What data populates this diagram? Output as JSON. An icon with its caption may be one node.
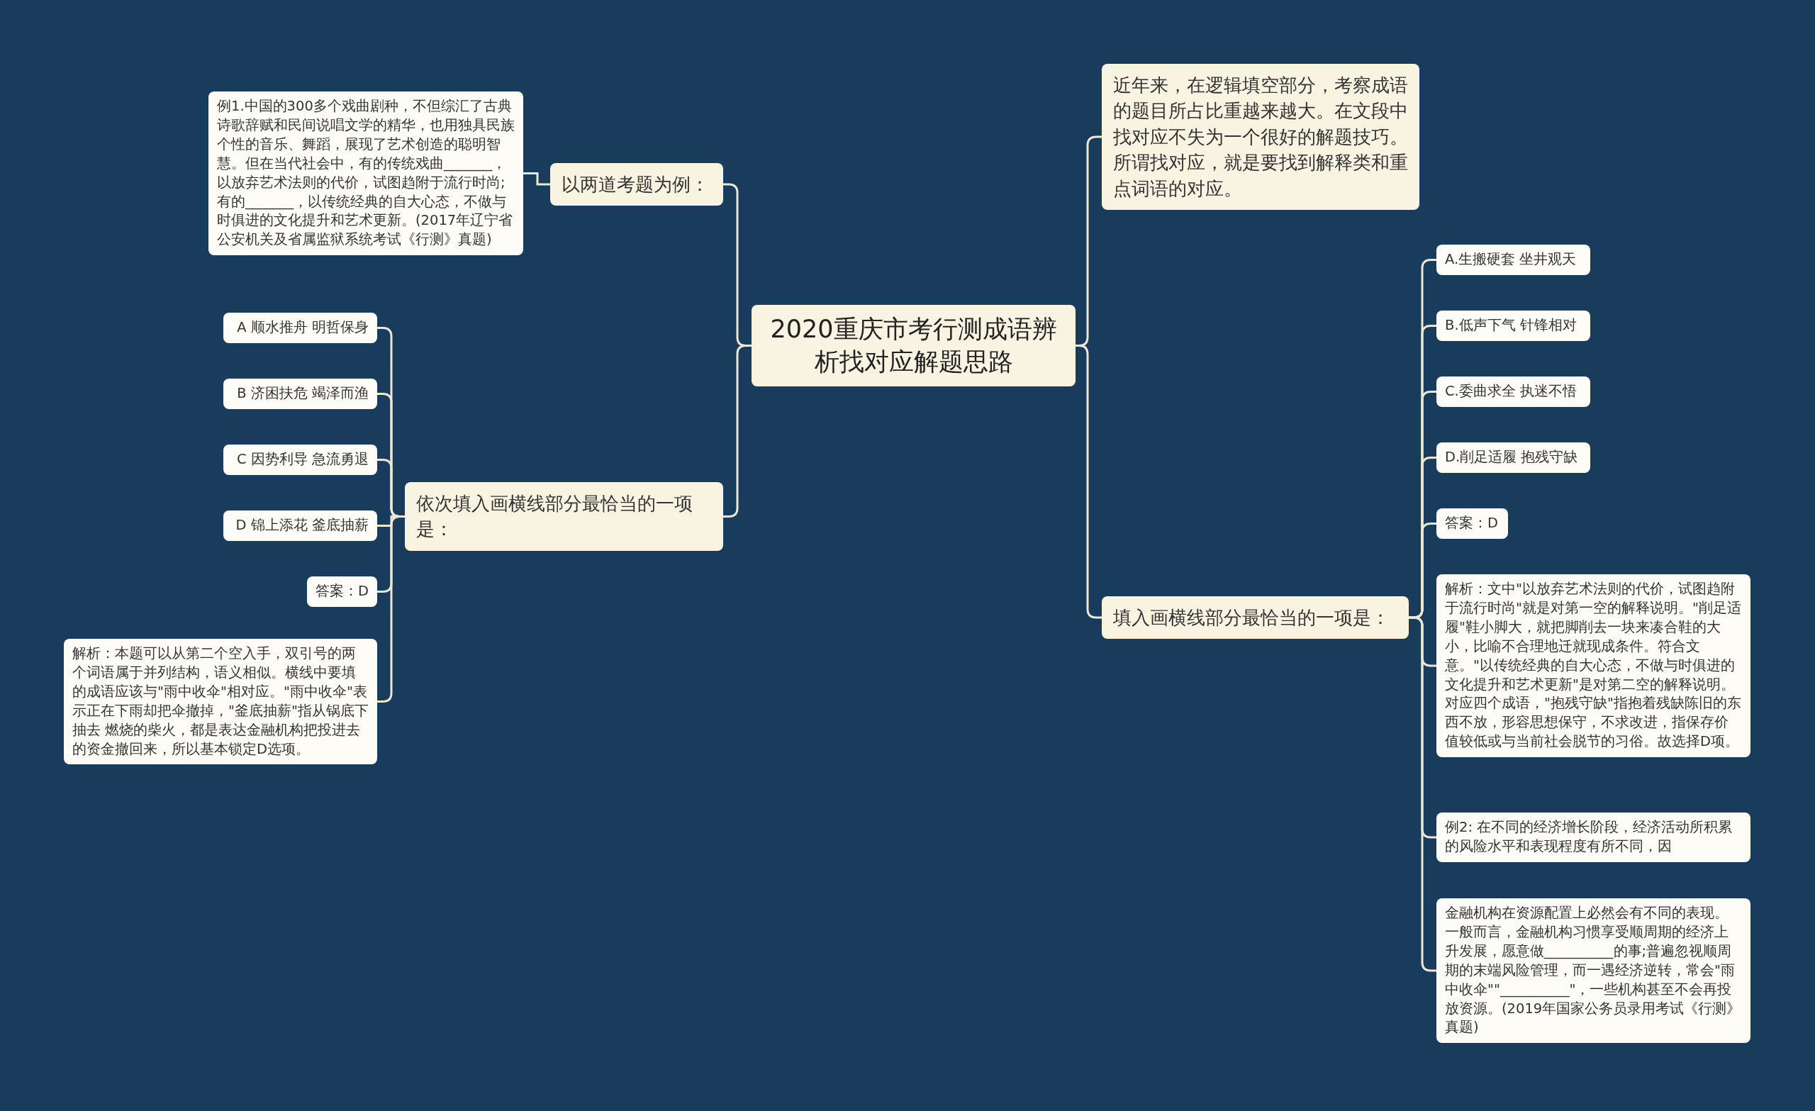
{
  "diagram": {
    "nodes": [
      {
        "text": [
          "2020重庆市考行测成语辨析找对应解题思路"
        ]
      },
      {
        "text": [
          "以两道考题为例："
        ]
      },
      {
        "text": [
          "例1.中国的300多个戏曲剧种，不但综汇了古典诗歌辞赋和民间说唱文学的精华，也用独具民族个性的音乐、舞蹈，展现了艺术创造的聪明智慧。但在当代社会中，有的传统戏曲_______，以放弃艺术法则的代价，试图趋附于流行时尚;有的_______，以传统经典的自大心态，不做与时俱进的文化提升和艺术更新。(2017年辽宁省公安机关及省属监狱系统考试《行测》真题)"
        ]
      },
      {
        "text": [
          "依次填入画横线部分最恰当的一项是："
        ]
      },
      {
        "text": [
          "A 顺水推舟 明哲保身"
        ]
      },
      {
        "text": [
          "B 济困扶危 竭泽而渔"
        ]
      },
      {
        "text": [
          "C 因势利导 急流勇退"
        ]
      },
      {
        "text": [
          "D 锦上添花 釜底抽薪"
        ]
      },
      {
        "text": [
          "答案：D"
        ]
      },
      {
        "text": [
          "解析：本题可以从第二个空入手，双引号的两个词语属于并列结构，语义相似。横线中要填的成语应该与\"雨中收伞\"相对应。\"雨中收伞\"表示正在下雨却把伞撤掉，\"釜底抽薪\"指从锅底下抽去 燃烧的柴火，都是表达金融机构把投进去的资金撤回来，所以基本锁定D选项。"
        ]
      },
      {
        "text": [
          "近年来，在逻辑填空部分，考察成语的题目所占比重越来越大。在文段中找对应不失为一个很好的解题技巧。所谓找对应，就是要找到解释类和重点词语的对应。"
        ]
      },
      {
        "text": [
          "填入画横线部分最恰当的一项是："
        ]
      },
      {
        "text": [
          "A.生搬硬套 坐井观天"
        ]
      },
      {
        "text": [
          "B.低声下气 针锋相对"
        ]
      },
      {
        "text": [
          "C.委曲求全 执迷不悟"
        ]
      },
      {
        "text": [
          "D.削足适履 抱残守缺"
        ]
      },
      {
        "text": [
          "答案：D"
        ]
      },
      {
        "text": [
          "解析：文中\"以放弃艺术法则的代价，试图趋附于流行时尚\"就是对第一空的解释说明。\"削足适履\"鞋小脚大，就把脚削去一块来凑合鞋的大小，比喻不合理地迁就现成条件。符合文意。\"以传统经典的自大心态，不做与时俱进的文化提升和艺术更新\"是对第二空的解释说明。对应四个成语，\"抱残守缺\"指抱着残缺陈旧的东西不放，形容思想保守，不求改进，指保存价值较低或与当前社会脱节的习俗。故选择D项。"
        ]
      },
      {
        "text": [
          "例2: 在不同的经济增长阶段，经济活动所积累的风险水平和表现程度有所不同，因"
        ]
      },
      {
        "text": [
          "金融机构在资源配置上必然会有不同的表现。一般而言，金融机构习惯享受顺周期的经济上升发展，愿意做__________的事;普遍忽视顺周期的末端风险管理，而一遇经济逆转，常会\"雨中收伞\"\"__________\"，一些机构甚至不会再投放资源。(2019年国家公务员录用考试《行测》真题)"
        ]
      }
    ],
    "edges": [
      {
        "from": 0,
        "to": 1,
        "arrow": "none"
      },
      {
        "from": 1,
        "to": 2,
        "arrow": "none"
      },
      {
        "from": 0,
        "to": 3,
        "arrow": "none"
      },
      {
        "from": 3,
        "to": 4,
        "arrow": "none"
      },
      {
        "from": 3,
        "to": 5,
        "arrow": "none"
      },
      {
        "from": 3,
        "to": 6,
        "arrow": "none"
      },
      {
        "from": 3,
        "to": 7,
        "arrow": "none"
      },
      {
        "from": 3,
        "to": 8,
        "arrow": "none"
      },
      {
        "from": 3,
        "to": 9,
        "arrow": "none"
      },
      {
        "from": 0,
        "to": 10,
        "arrow": "none"
      },
      {
        "from": 0,
        "to": 11,
        "arrow": "none"
      },
      {
        "from": 11,
        "to": 12,
        "arrow": "none"
      },
      {
        "from": 11,
        "to": 13,
        "arrow": "none"
      },
      {
        "from": 11,
        "to": 14,
        "arrow": "none"
      },
      {
        "from": 11,
        "to": 15,
        "arrow": "none"
      },
      {
        "from": 11,
        "to": 16,
        "arrow": "none"
      },
      {
        "from": 11,
        "to": 17,
        "arrow": "none"
      },
      {
        "from": 11,
        "to": 18,
        "arrow": "none"
      },
      {
        "from": 11,
        "to": 19,
        "arrow": "none"
      }
    ]
  }
}
